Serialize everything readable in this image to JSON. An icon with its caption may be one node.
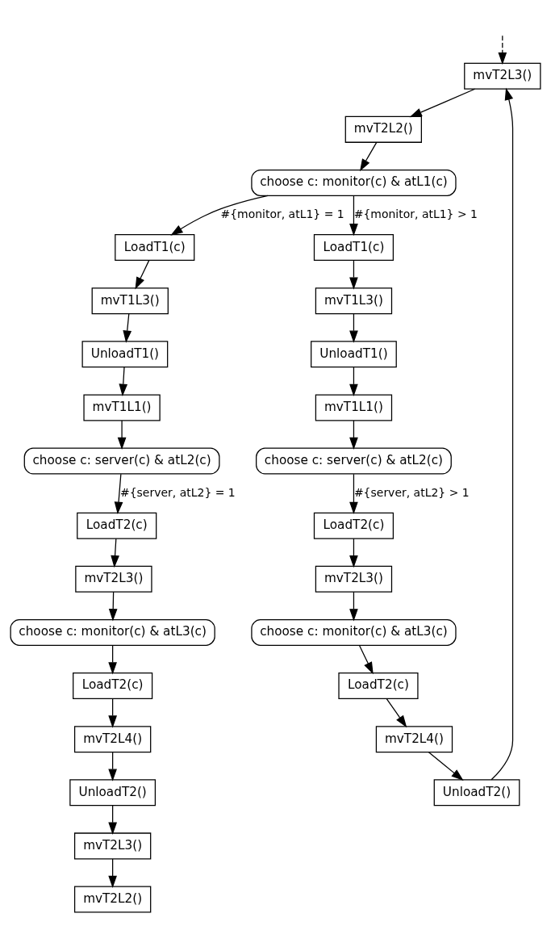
{
  "diagram": {
    "nodes": [
      {
        "text": [
          "mvT2L3()"
        ]
      },
      {
        "text": [
          "mvT2L2()"
        ]
      },
      {
        "text": [
          "choose c: monitor(c) & atL1(c)"
        ]
      },
      {
        "text": [
          "LoadT1(c)"
        ]
      },
      {
        "text": [
          "mvT1L3()"
        ]
      },
      {
        "text": [
          "UnloadT1()"
        ]
      },
      {
        "text": [
          "mvT1L1()"
        ]
      },
      {
        "text": [
          "choose c: server(c) & atL2(c)"
        ]
      },
      {
        "text": [
          "LoadT2(c)"
        ]
      },
      {
        "text": [
          "mvT2L3()"
        ]
      },
      {
        "text": [
          "choose c: monitor(c) & atL3(c)"
        ]
      },
      {
        "text": [
          "LoadT2(c)"
        ]
      },
      {
        "text": [
          "mvT2L4()"
        ]
      },
      {
        "text": [
          "UnloadT2()"
        ]
      },
      {
        "text": [
          "LoadT1(c)"
        ]
      },
      {
        "text": [
          "mvT1L3()"
        ]
      },
      {
        "text": [
          "UnloadT1()"
        ]
      },
      {
        "text": [
          "mvT1L1()"
        ]
      },
      {
        "text": [
          "choose c: server(c) & atL2(c)"
        ]
      },
      {
        "text": [
          "LoadT2(c)"
        ]
      },
      {
        "text": [
          "mvT2L3()"
        ]
      },
      {
        "text": [
          "choose c: monitor(c) & atL3(c)"
        ]
      },
      {
        "text": [
          "LoadT2(c)"
        ]
      },
      {
        "text": [
          "mvT2L4()"
        ]
      },
      {
        "text": [
          "UnloadT2()"
        ]
      },
      {
        "text": [
          "mvT2L3()"
        ]
      },
      {
        "text": [
          "mvT2L2()"
        ]
      }
    ],
    "edges": [
      {
        "from": null,
        "to": 0,
        "arrow": "to",
        "style": "dashed"
      },
      {
        "from": 0,
        "to": 1,
        "arrow": "to"
      },
      {
        "from": 1,
        "to": 2,
        "arrow": "to"
      },
      {
        "from": 2,
        "to": 3,
        "arrow": "to",
        "label": "#{monitor, atL1} > 1"
      },
      {
        "from": 3,
        "to": 4,
        "arrow": "to"
      },
      {
        "from": 4,
        "to": 5,
        "arrow": "to"
      },
      {
        "from": 5,
        "to": 6,
        "arrow": "to"
      },
      {
        "from": 6,
        "to": 7,
        "arrow": "to"
      },
      {
        "from": 7,
        "to": 8,
        "arrow": "to",
        "label": "#{server, atL2} > 1"
      },
      {
        "from": 8,
        "to": 9,
        "arrow": "to"
      },
      {
        "from": 9,
        "to": 10,
        "arrow": "to"
      },
      {
        "from": 10,
        "to": 11,
        "arrow": "to"
      },
      {
        "from": 11,
        "to": 12,
        "arrow": "to"
      },
      {
        "from": 12,
        "to": 13,
        "arrow": "to"
      },
      {
        "from": 13,
        "to": 0,
        "arrow": "to"
      },
      {
        "from": 2,
        "to": 14,
        "arrow": "to",
        "label": "#{monitor, atL1} = 1"
      },
      {
        "from": 14,
        "to": 15,
        "arrow": "to"
      },
      {
        "from": 15,
        "to": 16,
        "arrow": "to"
      },
      {
        "from": 16,
        "to": 17,
        "arrow": "to"
      },
      {
        "from": 17,
        "to": 18,
        "arrow": "to"
      },
      {
        "from": 18,
        "to": 19,
        "arrow": "to",
        "label": "#{server, atL2} = 1"
      },
      {
        "from": 19,
        "to": 20,
        "arrow": "to"
      },
      {
        "from": 20,
        "to": 21,
        "arrow": "to"
      },
      {
        "from": 21,
        "to": 22,
        "arrow": "to"
      },
      {
        "from": 22,
        "to": 23,
        "arrow": "to"
      },
      {
        "from": 23,
        "to": 24,
        "arrow": "to"
      },
      {
        "from": 24,
        "to": 25,
        "arrow": "to"
      },
      {
        "from": 25,
        "to": 26,
        "arrow": "to"
      }
    ]
  }
}
